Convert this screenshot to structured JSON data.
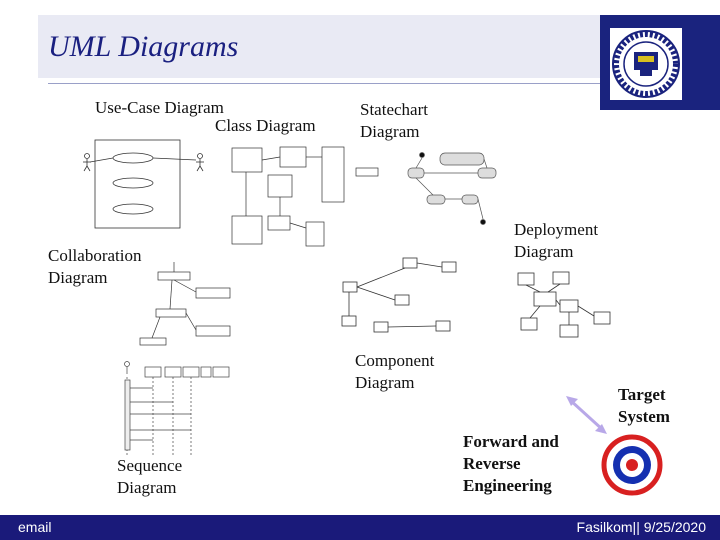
{
  "slide": {
    "title": "UML Diagrams",
    "labels": {
      "use_case": "Use-Case Diagram",
      "class": "Class Diagram",
      "statechart": "Statechart Diagram",
      "deployment": "Deployment Diagram",
      "collaboration": "Collaboration Diagram",
      "component": "Component Diagram",
      "target": "Target System",
      "forward_reverse": "Forward and Reverse Engineering",
      "sequence": "Sequence Diagram"
    },
    "footer": {
      "email": "email",
      "info": "Fasilkom|| 9/25/2020"
    }
  },
  "colors": {
    "title_text": "#1a2080",
    "footer_bg": "#1a1a7a",
    "target_red": "#d82020",
    "target_blue": "#1530b0",
    "arrow": "#b8a8e8"
  }
}
